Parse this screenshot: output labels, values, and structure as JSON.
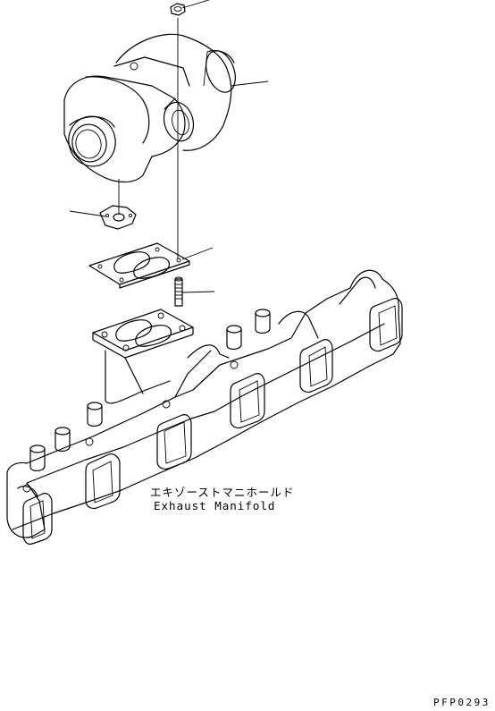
{
  "caption": {
    "japanese": "エキゾーストマニホールド",
    "english": "Exhaust Manifold"
  },
  "figure_code": "PFP0293"
}
